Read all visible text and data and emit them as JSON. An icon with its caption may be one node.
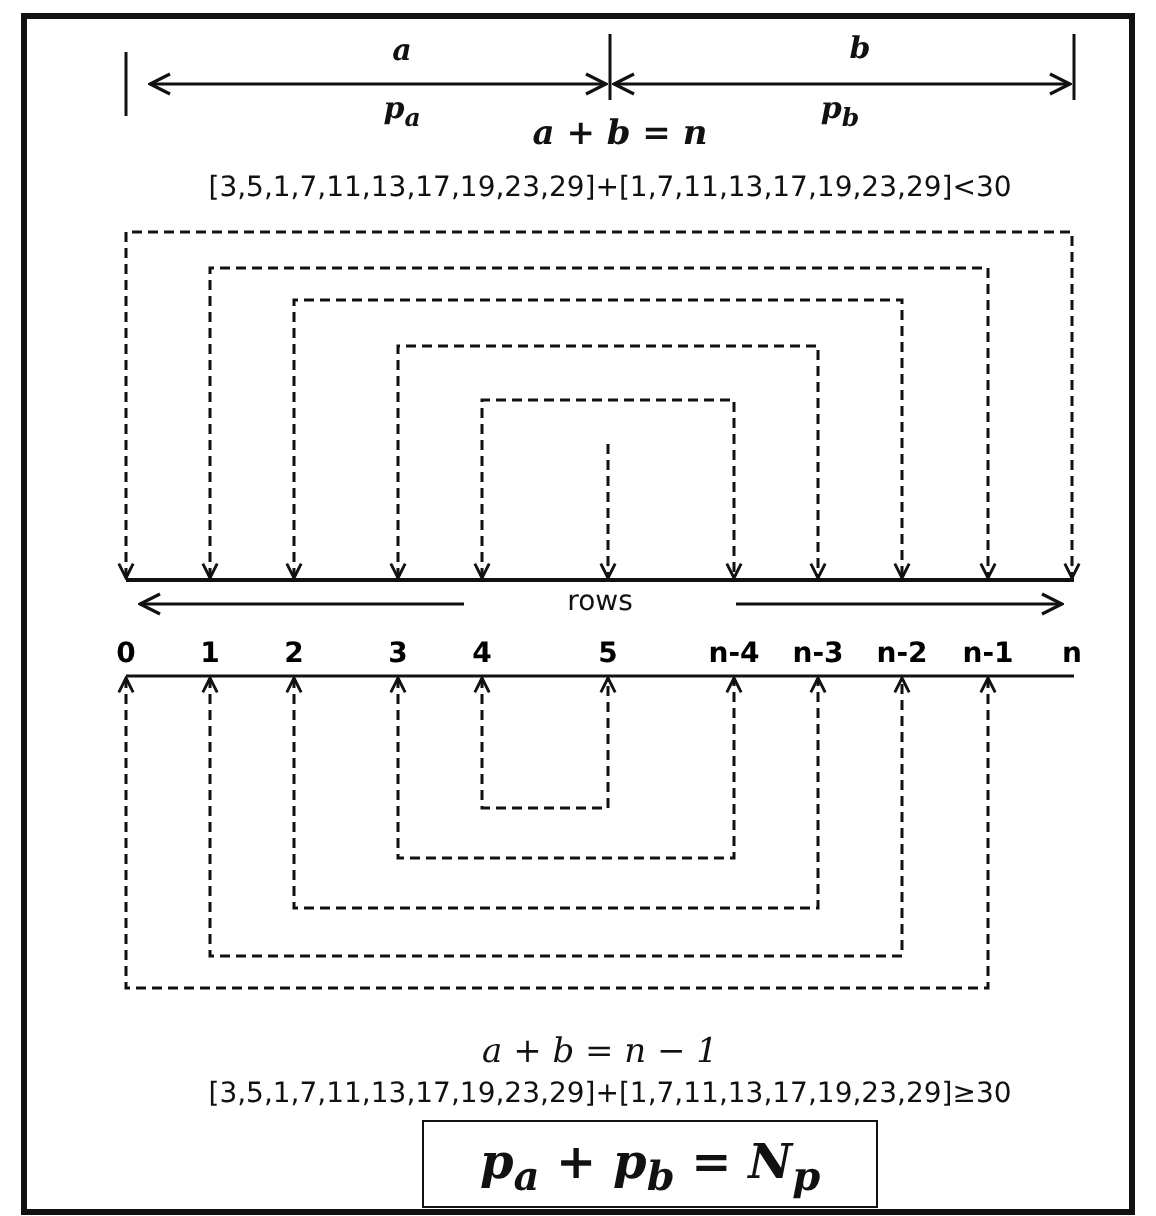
{
  "diagram": {
    "nodes": [
      {
        "text": [
          "0"
        ]
      },
      {
        "text": [
          "1"
        ]
      },
      {
        "text": [
          "2"
        ]
      },
      {
        "text": [
          "3"
        ]
      },
      {
        "text": [
          "4"
        ]
      },
      {
        "text": [
          "5"
        ]
      },
      {
        "text": [
          "n-4"
        ]
      },
      {
        "text": [
          "n-3"
        ]
      },
      {
        "text": [
          "n-2"
        ]
      },
      {
        "text": [
          "n-1"
        ]
      },
      {
        "text": [
          "n"
        ]
      },
      {
        "text": [
          "p$_{a}$ + p$_{b}$ = N$_{p}$"
        ]
      }
    ],
    "edges": [
      {
        "from": 0,
        "to": 10,
        "arrow": "both",
        "style": "dashed"
      },
      {
        "from": 1,
        "to": 9,
        "arrow": "both",
        "style": "dashed"
      },
      {
        "from": 2,
        "to": 8,
        "arrow": "both",
        "style": "dashed"
      },
      {
        "from": 3,
        "to": 7,
        "arrow": "both",
        "style": "dashed"
      },
      {
        "from": 4,
        "to": 6,
        "arrow": "both",
        "style": "dashed"
      },
      {
        "from": null,
        "to": 5,
        "arrow": "to",
        "style": "dashed"
      },
      {
        "from": 0,
        "to": 9,
        "arrow": "both",
        "style": "dashed"
      },
      {
        "from": 1,
        "to": 8,
        "arrow": "both",
        "style": "dashed"
      },
      {
        "from": 2,
        "to": 7,
        "arrow": "both",
        "style": "dashed"
      },
      {
        "from": 3,
        "to": 6,
        "arrow": "both",
        "style": "dashed"
      },
      {
        "from": 4,
        "to": 5,
        "arrow": "both",
        "style": "dashed"
      }
    ],
    "labels": [
      "a",
      "b",
      "p$_{a}$",
      "p$_{b}$",
      "a + b = n",
      "[3,5,1,7,11,13,17,19,23,29]+[1,7,11,13,17,19,23,29]<30",
      "rows",
      "a + b = n − 1",
      "[3,5,1,7,11,13,17,19,23,29]+[1,7,11,13,17,19,23,29]≥30"
    ]
  }
}
